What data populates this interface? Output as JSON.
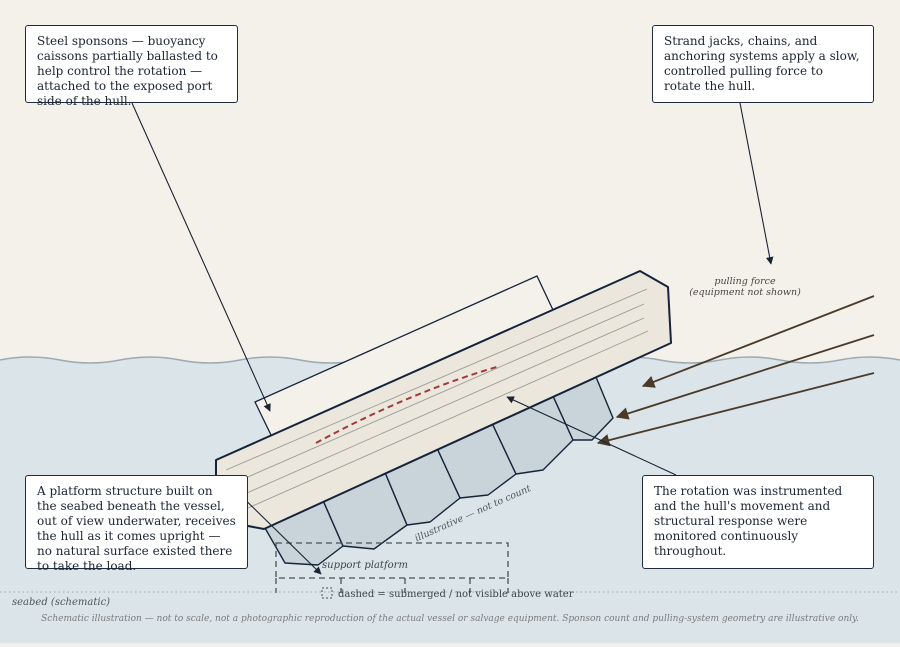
{
  "callouts": {
    "sponsons": "Steel sponsons — buoyancy caissons partially ballasted to help control the rotation — attached to the exposed port side of the hull.",
    "jacks": "Strand jacks, chains, and anchoring systems apply a slow, controlled pulling force to rotate the hull.",
    "platform": "A platform structure built on the seabed beneath the vessel, out of view underwater, receives the hull as it comes upright — no natural surface existed there to take the load.",
    "monitoring": "The rotation was instrumented and the hull's movement and structural response were monitored continuously throughout."
  },
  "labels": {
    "pulling_force_1": "pulling force",
    "pulling_force_2": "(equipment not shown)",
    "illustrative": "illustrative — not to count",
    "support_platform": "support platform",
    "legend_dashed": "dashed = submerged / not visible above water",
    "seabed": "seabed (schematic)",
    "footer": "Schematic illustration — not to scale, not a photographic reproduction of the actual vessel or salvage equipment. Sponson count and pulling-system geometry are illustrative only."
  },
  "colors": {
    "sky": "#f4f1ea",
    "water": "#dbe5e9",
    "hull": "#ebe7dc",
    "outline": "#15243a",
    "sponson": "#c9d3da",
    "force_arrow": "#4a3a2a",
    "dashed_red": "#a23a3a"
  }
}
